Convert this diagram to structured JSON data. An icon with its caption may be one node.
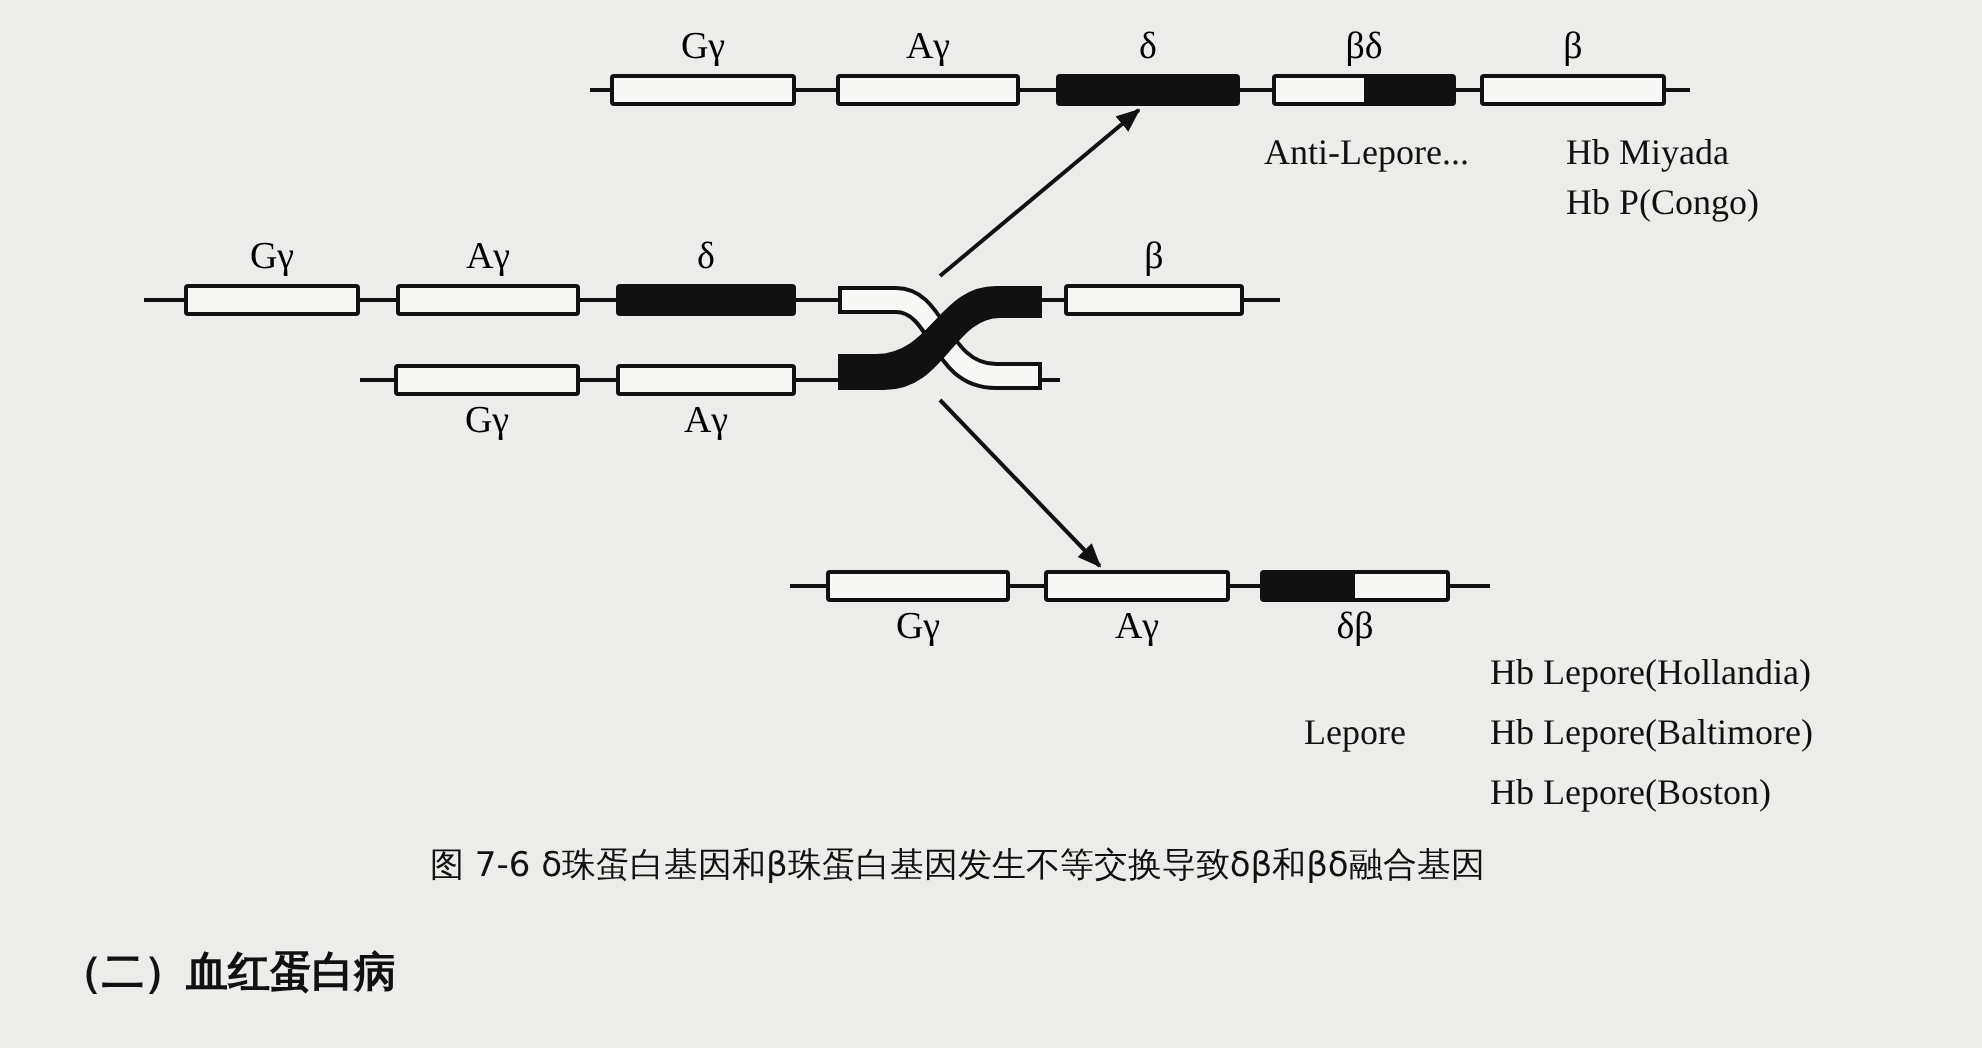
{
  "diagram": {
    "caption": "图 7-6 δ珠蛋白基因和β珠蛋白基因发生不等交换导致δβ和βδ融合基因",
    "nodes": [
      {
        "text": [
          "Gγ"
        ]
      },
      {
        "text": [
          "Aγ"
        ]
      },
      {
        "text": [
          "δ"
        ]
      },
      {
        "text": [
          "βδ"
        ]
      },
      {
        "text": [
          "β"
        ]
      },
      {
        "text": [
          "Gγ"
        ]
      },
      {
        "text": [
          "Aγ"
        ]
      },
      {
        "text": [
          "δ"
        ]
      },
      {
        "text": [],
        "shape": "picture"
      },
      {
        "text": [
          "β"
        ]
      },
      {
        "text": [
          "Gγ"
        ]
      },
      {
        "text": [
          "Aγ"
        ]
      },
      {
        "text": [
          "Gγ"
        ]
      },
      {
        "text": [
          "Aγ"
        ]
      },
      {
        "text": [
          "δβ"
        ]
      }
    ],
    "edges": [
      {
        "from": 8,
        "to": 2,
        "arrow": "to"
      },
      {
        "from": 8,
        "to": 13,
        "arrow": "to"
      }
    ],
    "labels": [
      "Anti-Lepore...",
      "Hb Miyada",
      "Hb P(Congo)",
      "Hb Lepore(Hollandia)",
      "Lepore",
      "Hb Lepore(Baltimore)",
      "Hb Lepore(Boston)",
      "（二）血红蛋白病"
    ]
  }
}
